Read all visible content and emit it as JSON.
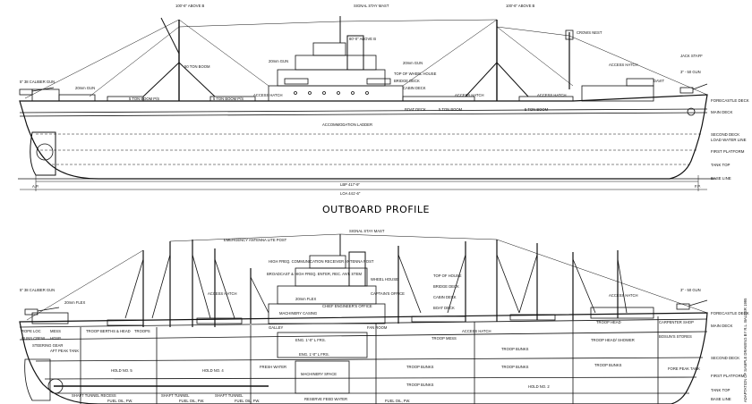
{
  "title": "OUTBOARD PROFILE",
  "upper": {
    "callouts": {
      "aft_mast_height": "100'-6\" ABOVE B",
      "signal_stay_mast": "SIGNAL STAY MAST",
      "fwd_mast_height": "100'-6\" ABOVE B",
      "crows_nest": "CROWS NEST",
      "aft_gun": "5\" 38 CALIBER GUN",
      "gun_20mm_aft": "20mm GUN",
      "gun_20mm_bridge": "20mm GUN",
      "gun_20mm_fwd": "20mm GUN",
      "boom_50t": "50 TON BOOM",
      "boom_5t_aft": "5 TON BOOM P/S",
      "boom_5t_mid": "5 TON BOOM P/S",
      "boom_5t_fwd1": "5 TON BOOM",
      "boom_5t_fwd2": "5 TON BOOM",
      "access_hatch_aft": "ACCESS HATCH",
      "access_hatch_mid": "ACCESS HATCH",
      "access_hatch_fwd": "ACCESS HATCH",
      "access_hatch_bow": "ACCESS HATCH",
      "wheel_house": "TOP OF WHEEL HOUSE",
      "bridge_deck": "BRIDGE DECK",
      "cabin_deck": "CABIN DECK",
      "boat_deck": "BOAT DECK",
      "accommodation_ladder": "ACCOMMODATION LADDER",
      "fwd_gun": "3\" - 50 GUN",
      "jack_staff": "JACK STAFF",
      "davit": "DAVIT",
      "mast_height_mid": "80'-0\" ABOVE B"
    },
    "right_labels": [
      "FORECASTLE DECK",
      "MAIN DECK",
      "SECOND DECK",
      "LOAD WATER LINE",
      "FIRST PLATFORM",
      "TANK TOP",
      "BASE LINE"
    ],
    "dims": {
      "lbp": "LBP 417'-9\"",
      "loa": "LOA 441'-6\"",
      "ap": "A.P.",
      "fp": "F.P."
    }
  },
  "lower": {
    "callouts": {
      "aft_gun": "5\" 38 CALIBER GUN",
      "gun_20mm": "20mm FLEX",
      "emergency_antenna": "EMERGENCY ANTENNA LITE POST",
      "signal_stay_mast": "SIGNAL STAY MAST",
      "radio_antenna": "HIGH FREQ. COMMUNICATION RECEIVER ANTENNA POST",
      "broadcast": "BROADCAST & HIGH FREQ. ENTER, REC. ANT. STEM",
      "top_of_house": "TOP OF HOUSE",
      "bridge_deck": "BRIDGE DECK",
      "cabin_deck": "CABIN DECK",
      "boat_deck": "BOAT DECK",
      "access_hatch_aft": "ACCESS HATCH",
      "access_hatch_mid": "ACCESS HATCH",
      "access_hatch_fwd": "ACCESS HATCH",
      "fwd_gun": "3\" - 50 GUN",
      "wheel_house": "WHEEL HOUSE",
      "captains_office": "CAPTAIN'S OFFICE",
      "chief_engineer": "CHIEF ENGINEER'S OFFICE",
      "machinery_casing": "MACHINERY CASING",
      "eng_room_1": "ENG. 1'-0\" L FRS.",
      "eng_room_2": "ENG. 1'-0\" L FRS.",
      "machinery_space": "MACHINERY SPACE",
      "reserve_feed": "RESERVE FEED WATER",
      "fresh_water": "FRESH WATER",
      "hold_5": "HOLD NO. 5",
      "hold_4": "HOLD NO. 4",
      "hold_2": "HOLD NO. 2",
      "troop_berths_aft": "TROOP BERTHS & HEAD",
      "troop_mess": "TROOP MESS",
      "troop_bunks_1": "TROOP BUNKS",
      "troop_bunks_2": "TROOP BUNKS",
      "troop_bunks_3": "TROOP BUNKS",
      "troop_bunks_4": "TROOP BUNKS",
      "troop_head": "TROOP HEAD/ SHOWER",
      "troop_head_2": "TROOP HEAD",
      "troop_bunks_fwd": "TROOP BUNKS",
      "boatswain_stores": "BOSUN'S STORES",
      "carpenter_shop": "CARPENTER SHOP",
      "fore_peak": "FORE PEAK TANK",
      "aft_peak": "AFT PEAK TANK",
      "steering": "STEERING GEAR",
      "shaft_tunnel": "SHAFT TUNNEL RECESS",
      "shaft_1": "SHAFT TUNNEL",
      "shaft_2": "SHAFT TUNNEL",
      "fuel_1": "FUEL OIL, FW.",
      "fuel_2": "FUEL OIL, FW.",
      "fuel_3": "FUEL OIL, FW.",
      "fuel_4": "FUEL OIL, FW.",
      "galley": "GALLEY",
      "fan_room": "FAN ROOM",
      "rope_loc": "ROPE LOC",
      "mess": "MESS",
      "guns_crew": "GUNS CREW",
      "hospital": "HOSP.",
      "troops": "TROOPS",
      "twenty_mm": "20mm FLEX"
    },
    "right_labels": [
      "FORECASTLE DECK",
      "MAIN DECK",
      "SECOND DECK",
      "FIRST PLATFORM",
      "TANK TOP",
      "BASE LINE"
    ],
    "vertical_note": "ADAPTATION OF SAMPLE DRAWING BY R.L. BALDER 1995"
  }
}
